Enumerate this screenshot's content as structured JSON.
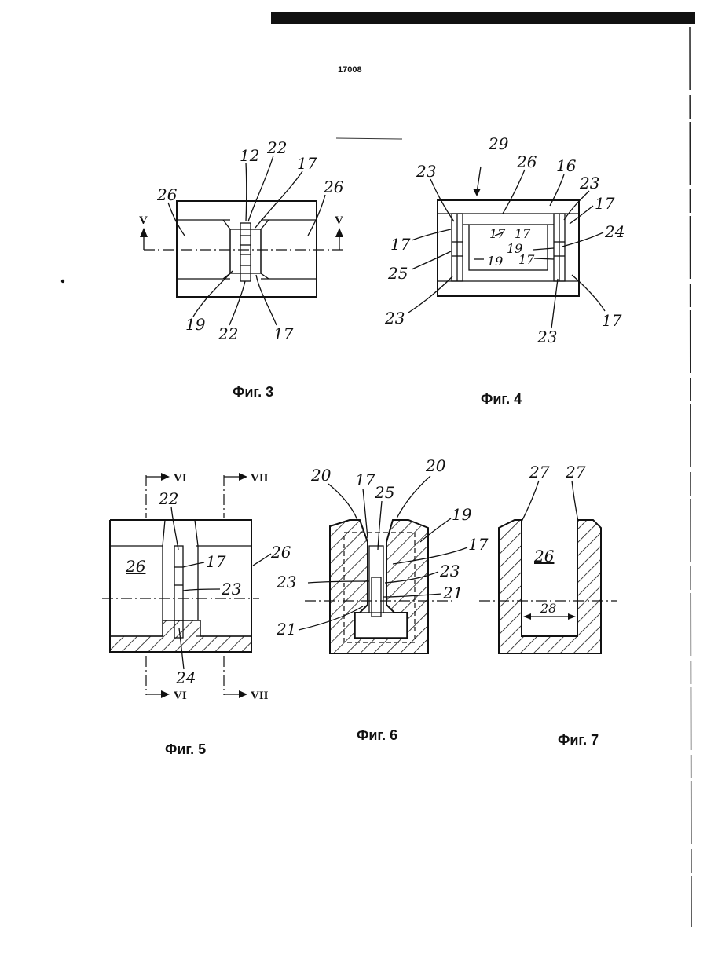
{
  "page_number": "17008",
  "figures": [
    {
      "caption": "Фиг. 3",
      "labels": {
        "l12": "12",
        "l22a": "22",
        "l17a": "17",
        "l26a": "26",
        "l26b": "26",
        "l19": "19",
        "l22b": "22",
        "l17b": "17",
        "secL": "V",
        "secR": "V"
      }
    },
    {
      "caption": "Фиг. 4",
      "labels": {
        "l29": "29",
        "l26": "26",
        "l16": "16",
        "l23a": "23",
        "l23b": "23",
        "l17a": "17",
        "l17b": "17",
        "l17c": "17",
        "l17d": "17",
        "l17e": "17",
        "l17f": "17",
        "l24": "24",
        "l19a": "19",
        "l19b": "19",
        "l25": "25",
        "l23c": "23",
        "l23d": "23"
      }
    },
    {
      "caption": "Фиг. 5",
      "labels": {
        "secVI_top": "VI",
        "secVII_top": "VII",
        "l22": "22",
        "l26a": "26",
        "l17": "17",
        "l26b": "26",
        "l23": "23",
        "l24": "24",
        "secVI_bot": "VI",
        "secVII_bot": "VII"
      }
    },
    {
      "caption": "Фиг. 6",
      "labels": {
        "l20a": "20",
        "l17a": "17",
        "l25": "25",
        "l20b": "20",
        "l19": "19",
        "l17b": "17",
        "l23a": "23",
        "l23b": "23",
        "l21a": "21",
        "l21b": "21"
      }
    },
    {
      "caption": "Фиг. 7",
      "labels": {
        "l27a": "27",
        "l27b": "27",
        "l26": "26",
        "l28": "28"
      }
    }
  ]
}
